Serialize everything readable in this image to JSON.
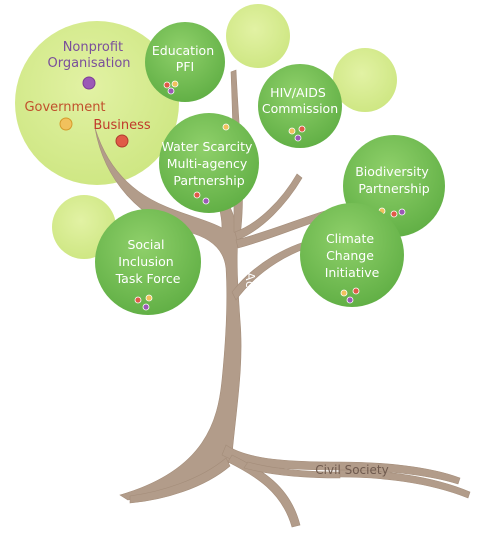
{
  "legend": {
    "items": [
      {
        "label": "Nonprofit Organisation",
        "lines": [
          "Nonprofit",
          "Organisation"
        ],
        "color": "#7a4f9b",
        "dot_color": "#9b59b6"
      },
      {
        "label": "Government",
        "lines": [
          "Government"
        ],
        "color": "#c0502c",
        "dot_color": "#f1c15d"
      },
      {
        "label": "Business",
        "lines": [
          "Business"
        ],
        "color": "#c0392b",
        "dot_color": "#e05a47"
      }
    ]
  },
  "initiatives": [
    {
      "id": "education-pfi",
      "lines": [
        "Education",
        "PFI"
      ]
    },
    {
      "id": "hiv-aids-commission",
      "lines": [
        "HIV/AIDS",
        "Commission"
      ]
    },
    {
      "id": "water-scarcity",
      "lines": [
        "Water Scarcity",
        "Multi-agency",
        "Partnership"
      ]
    },
    {
      "id": "biodiversity-partnership",
      "lines": [
        "Biodiversity",
        "Partnership"
      ]
    },
    {
      "id": "climate-change-initiative",
      "lines": [
        "Climate",
        "Change",
        "Initiative"
      ]
    },
    {
      "id": "social-inclusion-task-force",
      "lines": [
        "Social",
        "Inclusion",
        "Task Force"
      ]
    }
  ],
  "trunk_label": "Active Citizenship",
  "root_label": "Civil Society",
  "colors": {
    "leaf_dark": "#72be52",
    "leaf_light": "#d3ea8a",
    "trunk": "#b29c8a",
    "label_text": "#ffffff",
    "root_text": "#6f5a4e"
  }
}
